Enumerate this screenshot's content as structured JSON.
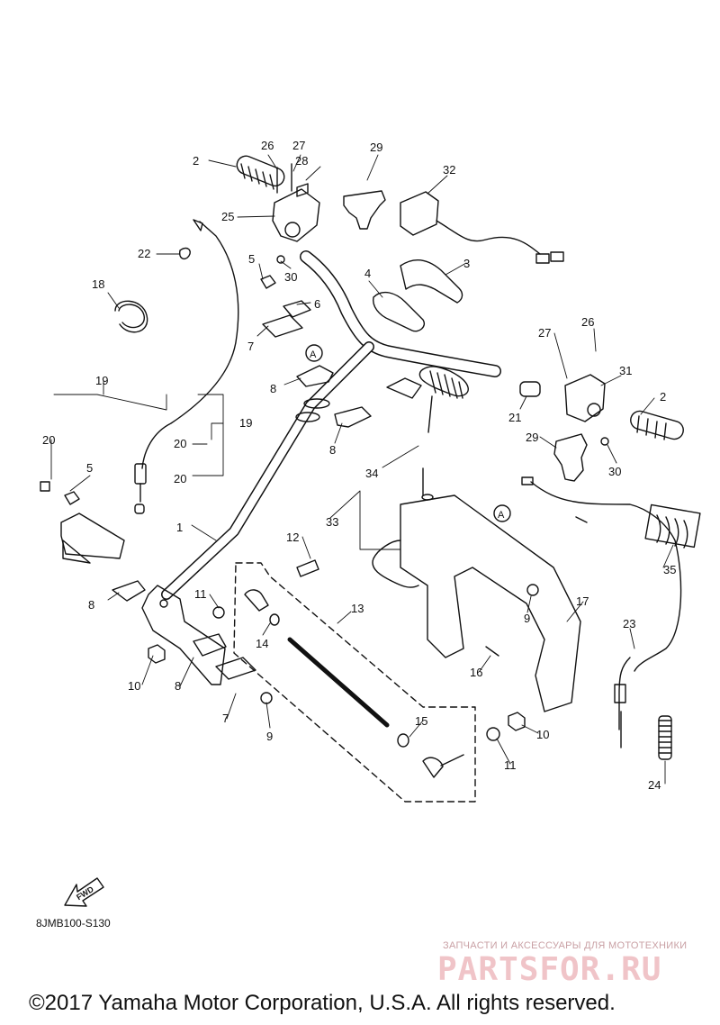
{
  "diagram": {
    "callouts": [
      "1",
      "2",
      "2",
      "3",
      "4",
      "5",
      "5",
      "6",
      "7",
      "7",
      "8",
      "8",
      "8",
      "8",
      "9",
      "9",
      "10",
      "10",
      "11",
      "11",
      "12",
      "13",
      "14",
      "15",
      "16",
      "17",
      "18",
      "19",
      "19",
      "20",
      "20",
      "20",
      "21",
      "22",
      "23",
      "24",
      "25",
      "26",
      "26",
      "27",
      "27",
      "28",
      "29",
      "29",
      "30",
      "30",
      "31",
      "32",
      "33",
      "34",
      "35"
    ],
    "reference_marks": [
      "A",
      "A"
    ],
    "fwd_label": "FWD",
    "diagram_code": "8JMB100-S130"
  },
  "watermark": {
    "tagline": "ЗАПЧАСТИ И АКСЕССУАРЫ ДЛЯ МОТОТЕХНИКИ",
    "brand": "PARTSFOR.RU"
  },
  "footer": {
    "copyright": "©2017 Yamaha Motor Corporation, U.S.A. All rights reserved."
  }
}
